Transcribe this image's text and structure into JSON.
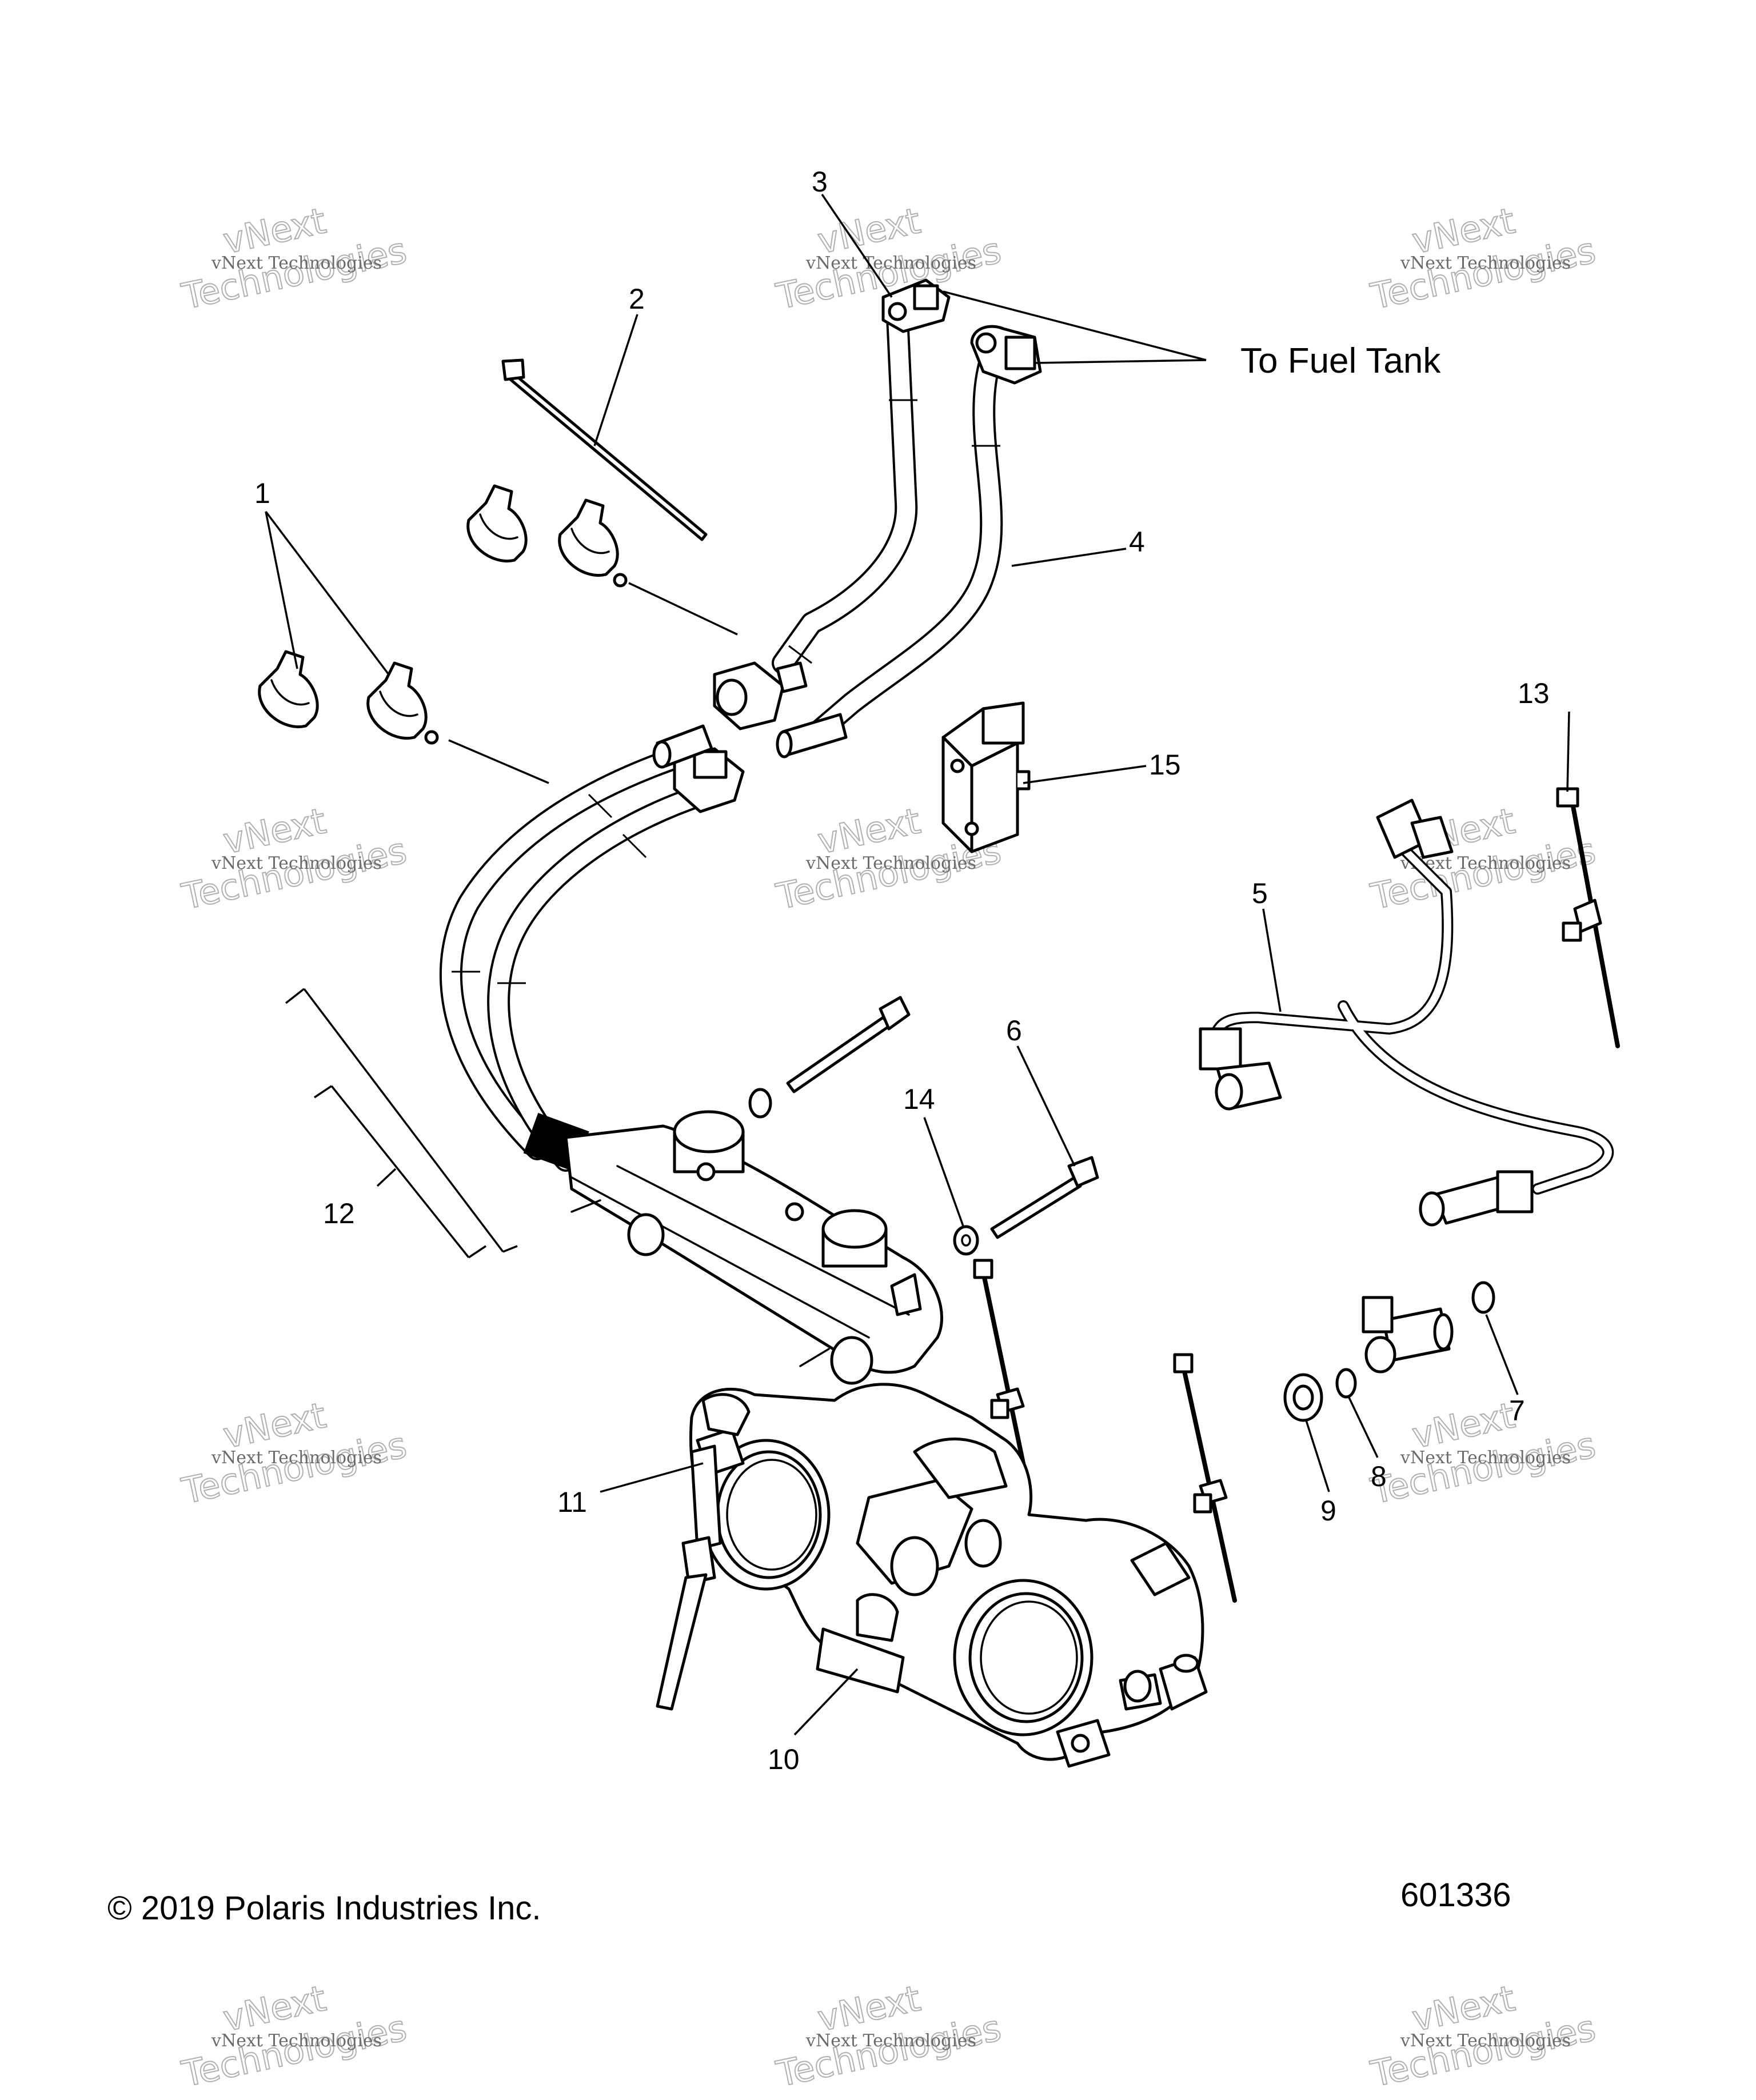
{
  "callouts": {
    "c1": "1",
    "c2": "2",
    "c3": "3",
    "c4": "4",
    "c5": "5",
    "c6": "6",
    "c7": "7",
    "c8": "8",
    "c9": "9",
    "c10": "10",
    "c11": "11",
    "c12": "12",
    "c13": "13",
    "c14": "14",
    "c15": "15"
  },
  "note_fuel_tank": "To Fuel Tank",
  "footer": {
    "copyright": "© 2019 Polaris Industries Inc.",
    "diagram_number": "601336"
  },
  "watermark": {
    "small_text": "vNext Technologies",
    "big_text_1": "vNext",
    "big_text_2": "Technologies"
  }
}
